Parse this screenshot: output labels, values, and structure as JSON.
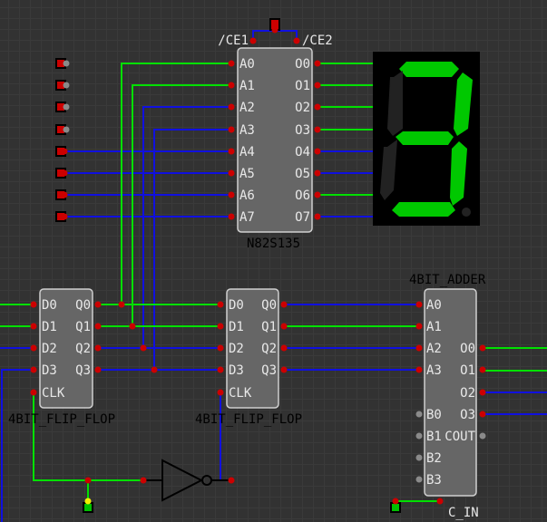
{
  "rom": {
    "label": "N82S135",
    "inputs": [
      "A0",
      "A1",
      "A2",
      "A3",
      "A4",
      "A5",
      "A6",
      "A7"
    ],
    "outputs": [
      "O0",
      "O1",
      "O2",
      "O3",
      "O4",
      "O5",
      "O6",
      "O7"
    ],
    "ce1": "/CE1",
    "ce2": "/CE2"
  },
  "flipflop1": {
    "label": "4BIT_FLIP_FLOP",
    "inputs": [
      "D0",
      "D1",
      "D2",
      "D3",
      "CLK"
    ],
    "outputs": [
      "Q0",
      "Q1",
      "Q2",
      "Q3"
    ]
  },
  "flipflop2": {
    "label": "4BIT_FLIP_FLOP",
    "inputs": [
      "D0",
      "D1",
      "D2",
      "D3",
      "CLK"
    ],
    "outputs": [
      "Q0",
      "Q1",
      "Q2",
      "Q3"
    ]
  },
  "adder": {
    "label": "4BIT_ADDER",
    "inputs": [
      "A0",
      "A1",
      "A2",
      "A3",
      "B0",
      "B1",
      "B2",
      "B3"
    ],
    "outputs": [
      "O0",
      "O1",
      "O2",
      "O3",
      "COUT"
    ],
    "cin": "C_IN"
  },
  "display": {
    "digit": "3",
    "segments_on": [
      "a",
      "b",
      "c",
      "d",
      "g"
    ],
    "on_color": "#00c800",
    "off_color": "#222222"
  },
  "colors": {
    "wire_high": "#00e000",
    "wire_low": "#1010e0",
    "pin": "#cc0000"
  }
}
